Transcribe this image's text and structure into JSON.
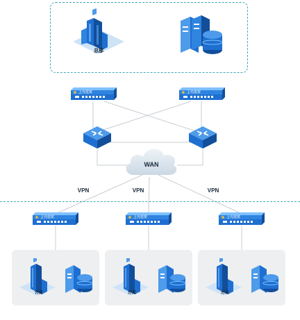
{
  "headquarters": {
    "building_sign": "总部",
    "firewall_brand": "上元信安"
  },
  "wan": {
    "label": "WAN"
  },
  "links": [
    "VPN",
    "VPN",
    "VPN"
  ],
  "branches": [
    {
      "firewall_brand": "上元信安",
      "building_sign": "分支"
    },
    {
      "firewall_brand": "上元信安",
      "building_sign": "分支"
    },
    {
      "firewall_brand": "上元信安",
      "building_sign": "分支"
    }
  ],
  "colors": {
    "zone_border": "#3fa7b3",
    "device_blue": "#1e6fd0",
    "device_dark": "#124e9a",
    "cloud": "#dde6ee",
    "branch_bg": "#eeeff1",
    "link": "#c6ccd2"
  },
  "icons": {
    "building": "building-icon",
    "server": "server-database-icon",
    "firewall": "firewall-appliance-icon",
    "switch": "core-switch-icon",
    "cloud": "wan-cloud-icon"
  }
}
